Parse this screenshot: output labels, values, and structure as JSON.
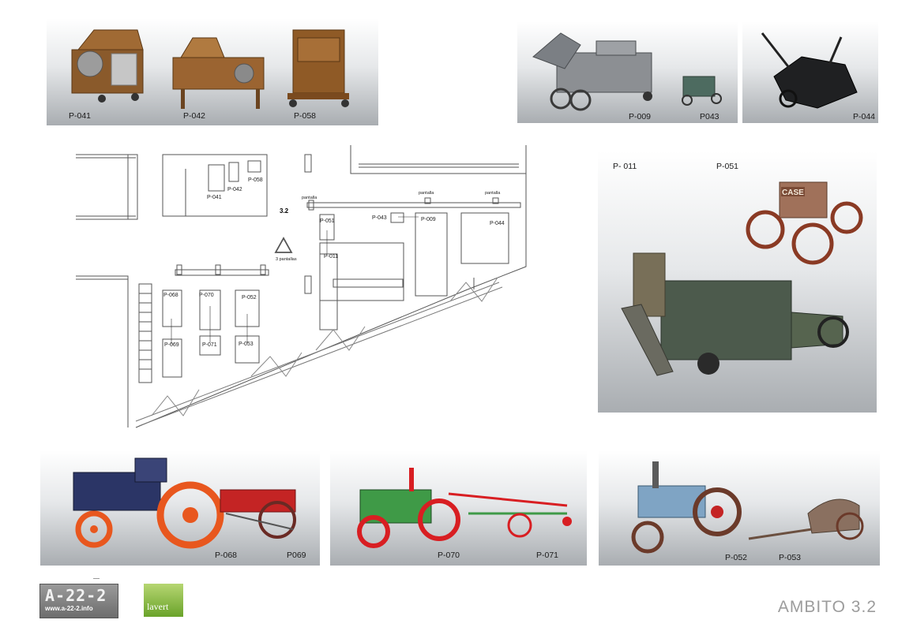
{
  "panels": {
    "top_left": [
      "P-041",
      "P-042",
      "P-058"
    ],
    "top_mid": [
      "P-009",
      "P043"
    ],
    "top_right": [
      "P-044"
    ],
    "right": [
      "P- 011",
      "P-051"
    ],
    "bottom_1": [
      "P-068",
      "P069"
    ],
    "bottom_2": [
      "P-070",
      "P-071"
    ],
    "bottom_3": [
      "P-052",
      "P-053"
    ]
  },
  "plan": {
    "labels": [
      "P-041",
      "P-042",
      "P-058",
      "3.2",
      "pantalla",
      "pantalla",
      "pantalla",
      "P-051",
      "P-043",
      "P-009",
      "P-044",
      "P-011",
      "3 pantallas",
      "P-068",
      "P-070",
      "P-052",
      "P-069",
      "P-071",
      "P-053"
    ]
  },
  "logos": {
    "a22": "A-22-2",
    "a22_url": "www.a-22-2.info",
    "lavert": "lavert"
  },
  "title": "AMBITO  3.2",
  "colors": {
    "tractor_blue": "#2b3566",
    "wheel_orange": "#e8571e",
    "tractor_green": "#3f9a47",
    "wheel_red": "#d81e22",
    "wood": "#8a5a2b",
    "case_green": "#4c5a4c"
  }
}
